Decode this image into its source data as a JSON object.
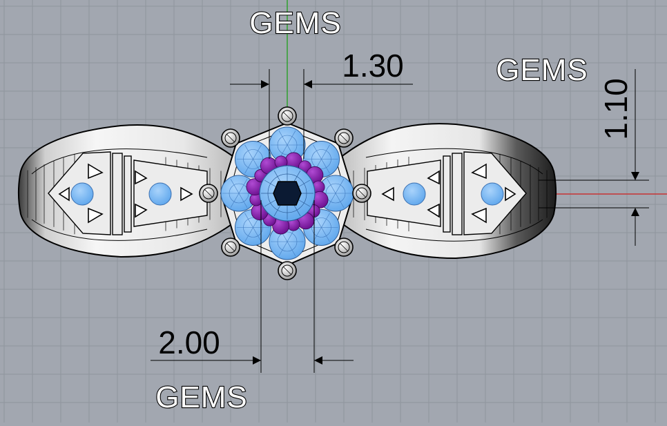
{
  "annotations": {
    "gems_top": "GEMS",
    "gems_right": "GEMS",
    "gems_bottom": "GEMS"
  },
  "dimensions": {
    "top": "1.30",
    "right": "1.10",
    "bottom": "2.00"
  },
  "colors": {
    "background": "#a2a7b0",
    "grid": "#8f949d",
    "metal_light": "#f2f2f2",
    "metal_dark": "#2a2a2a",
    "gem_blue": "#6fb2f2",
    "gem_purple": "#7a1aa0",
    "axis_green": "#2ea02e",
    "axis_red": "#c83232"
  }
}
